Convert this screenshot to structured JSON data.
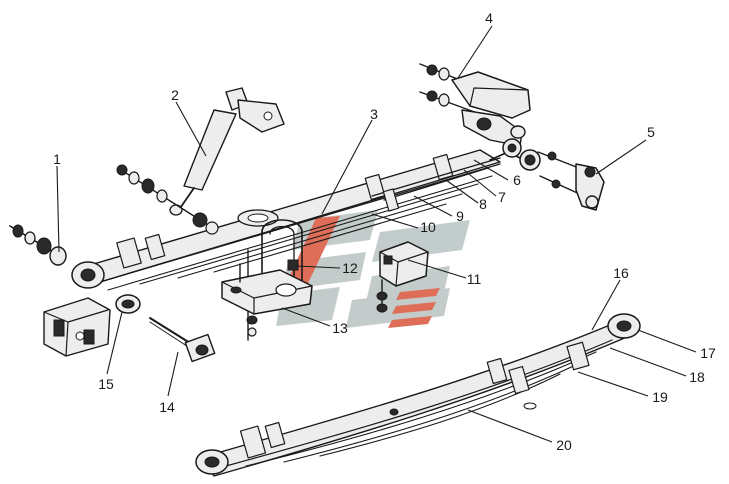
{
  "diagram": {
    "callouts": [
      {
        "id": "1",
        "label": "1"
      },
      {
        "id": "2",
        "label": "2"
      },
      {
        "id": "3",
        "label": "3"
      },
      {
        "id": "4",
        "label": "4"
      },
      {
        "id": "5",
        "label": "5"
      },
      {
        "id": "6",
        "label": "6"
      },
      {
        "id": "7",
        "label": "7"
      },
      {
        "id": "8",
        "label": "8"
      },
      {
        "id": "9",
        "label": "9"
      },
      {
        "id": "10",
        "label": "10"
      },
      {
        "id": "11",
        "label": "11"
      },
      {
        "id": "12",
        "label": "12"
      },
      {
        "id": "13",
        "label": "13"
      },
      {
        "id": "14",
        "label": "14"
      },
      {
        "id": "15",
        "label": "15"
      },
      {
        "id": "16",
        "label": "16"
      },
      {
        "id": "17",
        "label": "17"
      },
      {
        "id": "18",
        "label": "18"
      },
      {
        "id": "19",
        "label": "19"
      },
      {
        "id": "20",
        "label": "20"
      }
    ],
    "colors": {
      "ink": "#1a1a1a",
      "watermark_gray": "#b9c3c3",
      "watermark_red": "#d9553b"
    }
  }
}
